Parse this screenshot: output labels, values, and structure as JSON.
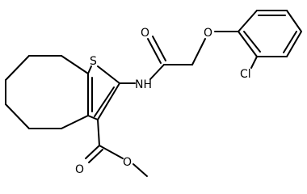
{
  "molecule": {
    "atoms": {
      "sulfur": "S",
      "amide_nitrogen": "NH",
      "amide_oxygen": "O",
      "ether_oxygen": "O",
      "chlorine": "Cl",
      "ester_carbonyl_oxygen": "O",
      "ester_alkoxy_oxygen": "O"
    }
  }
}
